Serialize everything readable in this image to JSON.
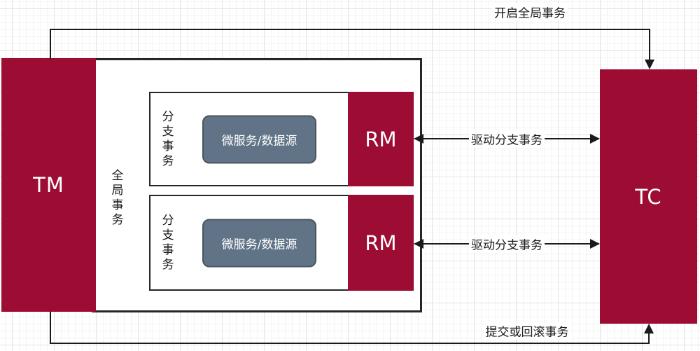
{
  "nodes": {
    "tm_label": "TM",
    "tc_label": "TC",
    "global_transaction_label": "全局事务",
    "branches": [
      {
        "branch_label": "分支事务",
        "service_label": "微服务/数据源",
        "rm_label": "RM"
      },
      {
        "branch_label": "分支事务",
        "service_label": "微服务/数据源",
        "rm_label": "RM"
      }
    ]
  },
  "edges": {
    "open_global": "开启全局事务",
    "drive_branch_top": "驱动分支事务",
    "drive_branch_bottom": "驱动分支事务",
    "commit_or_rollback": "提交或回滚事务"
  },
  "colors": {
    "node_red": "#9D0D33",
    "service_gray": "#617487",
    "service_border": "#4A5560",
    "line": "#1A1A1A"
  }
}
